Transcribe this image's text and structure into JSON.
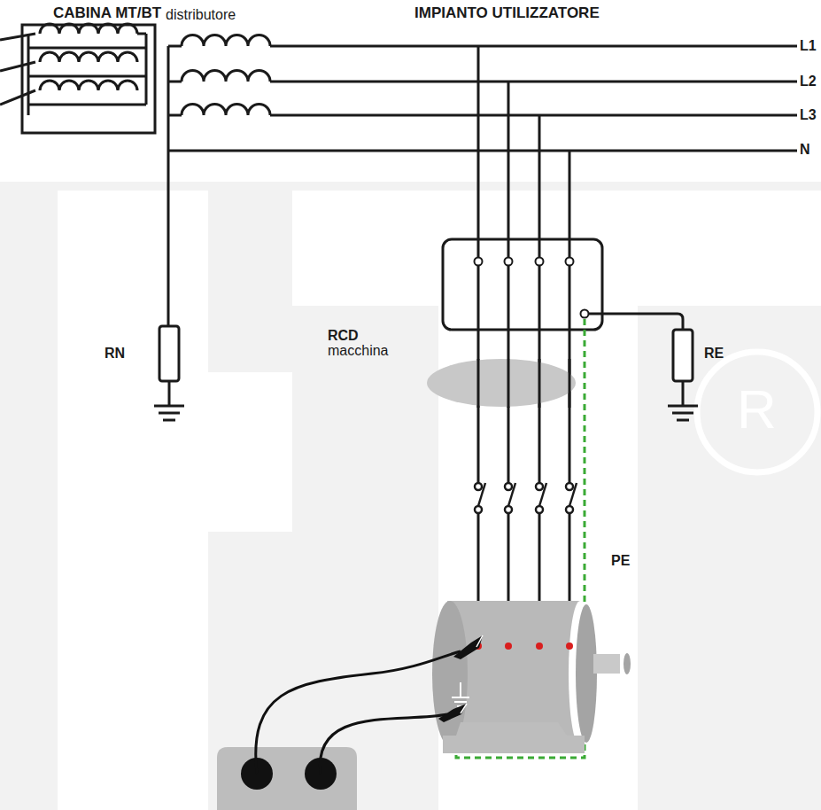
{
  "diagram": {
    "labels": [
      "CABINA MT/BT",
      "distributore",
      "IMPIANTO UTILIZZATORE",
      "L1",
      "L2",
      "L3",
      "N",
      "RN",
      "RCD",
      "macchina",
      "RE",
      "PE",
      "R"
    ]
  }
}
